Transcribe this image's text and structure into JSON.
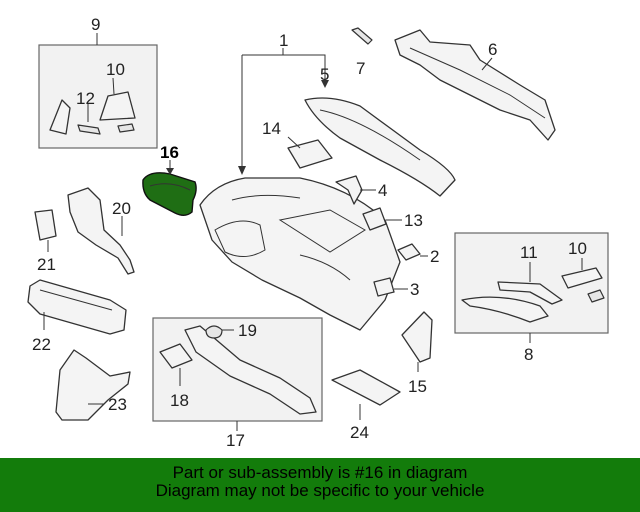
{
  "callouts": {
    "c1": "1",
    "c2": "2",
    "c3": "3",
    "c4": "4",
    "c5": "5",
    "c6": "6",
    "c7": "7",
    "c8": "8",
    "c9": "9",
    "c10a": "10",
    "c10b": "10",
    "c11": "11",
    "c12": "12",
    "c13": "13",
    "c14": "14",
    "c15": "15",
    "c16": "16",
    "c17": "17",
    "c18": "18",
    "c19": "19",
    "c20": "20",
    "c21": "21",
    "c22": "22",
    "c23": "23",
    "c24": "24"
  },
  "highlight": {
    "part_number": "16",
    "color": "#1f6e14"
  },
  "banner": {
    "line1": "Part or sub-assembly is #16 in diagram",
    "line2": "Diagram may not be specific to your vehicle",
    "background": "#137c0b"
  }
}
